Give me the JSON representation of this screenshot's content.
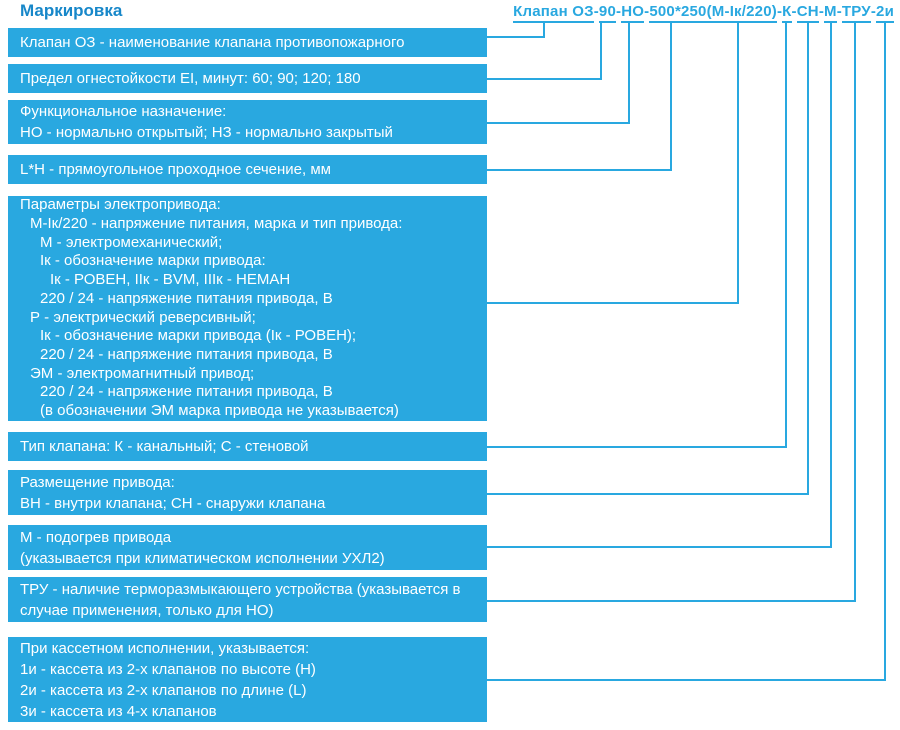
{
  "title": "Маркировка",
  "colors": {
    "box_fill": "#29A8E0",
    "line": "#29A8E0",
    "formula_text": "#29A8E0",
    "title_text": "#1787C9",
    "box_text": "#FFFFFF"
  },
  "formula": {
    "full": "Клапан ОЗ-90-НО-500*250(М-Iк/220)-К-СН-М-ТРУ-2и",
    "parts": [
      {
        "text": "Клапан ОЗ",
        "underline": true
      },
      {
        "text": "-",
        "underline": false
      },
      {
        "text": "90",
        "underline": true
      },
      {
        "text": "-",
        "underline": false
      },
      {
        "text": "НО",
        "underline": true
      },
      {
        "text": "-",
        "underline": false
      },
      {
        "text": "500*250(М-Iк/220)",
        "underline": true
      },
      {
        "text": "-",
        "underline": false
      },
      {
        "text": "К",
        "underline": true
      },
      {
        "text": "-",
        "underline": false
      },
      {
        "text": "СН",
        "underline": true
      },
      {
        "text": "-",
        "underline": false
      },
      {
        "text": "М",
        "underline": true
      },
      {
        "text": "-",
        "underline": false
      },
      {
        "text": "ТРУ",
        "underline": true
      },
      {
        "text": "-",
        "underline": false
      },
      {
        "text": "2и",
        "underline": true
      }
    ]
  },
  "boxes": [
    {
      "name": "box-valve-name",
      "lines": [
        {
          "text": "Клапан ОЗ - наименование клапана противопожарного",
          "indent": 0
        }
      ]
    },
    {
      "name": "box-fire-resistance-limit",
      "lines": [
        {
          "text": "Предел огнестойкости EI, минут: 60; 90; 120; 180",
          "indent": 0
        }
      ]
    },
    {
      "name": "box-functional-purpose",
      "lines": [
        {
          "text": "Функциональное назначение:",
          "indent": 0
        },
        {
          "text": "НО - нормально открытый; НЗ - нормально закрытый",
          "indent": 0
        }
      ]
    },
    {
      "name": "box-cross-section",
      "lines": [
        {
          "text": "L*H - прямоугольное проходное сечение, мм",
          "indent": 0
        }
      ]
    },
    {
      "name": "box-electric-drive-params",
      "lines": [
        {
          "text": "Параметры электропривода:",
          "indent": 0
        },
        {
          "text": "М-Iк/220 - напряжение питания, марка и тип привода:",
          "indent": 1
        },
        {
          "text": "М - электромеханический;",
          "indent": 2
        },
        {
          "text": "Iк - обозначение марки привода:",
          "indent": 2
        },
        {
          "text": "Iк - РОВЕН, IIк - BVM, IIIк - НЕМАН",
          "indent": 3
        },
        {
          "text": "220 / 24 - напряжение питания привода, В",
          "indent": 2
        },
        {
          "text": "Р - электрический реверсивный;",
          "indent": 1
        },
        {
          "text": "Iк - обозначение марки привода (Iк - РОВЕН);",
          "indent": 2
        },
        {
          "text": "220 / 24 - напряжение питания привода, В",
          "indent": 2
        },
        {
          "text": "ЭМ - электромагнитный привод;",
          "indent": 1
        },
        {
          "text": "220 / 24 - напряжение питания привода, В",
          "indent": 2
        },
        {
          "text": "(в обозначении ЭМ марка привода не указывается)",
          "indent": 2
        }
      ]
    },
    {
      "name": "box-valve-type",
      "lines": [
        {
          "text": "Тип клапана: К - канальный; С - стеновой",
          "indent": 0
        }
      ]
    },
    {
      "name": "box-drive-placement",
      "lines": [
        {
          "text": "Размещение привода:",
          "indent": 0
        },
        {
          "text": "ВН - внутри клапана; СН - снаружи клапана",
          "indent": 0
        }
      ]
    },
    {
      "name": "box-drive-heating",
      "lines": [
        {
          "text": "М - подогрев привода",
          "indent": 0
        },
        {
          "text": "(указывается при климатическом исполнении УХЛ2)",
          "indent": 0
        }
      ]
    },
    {
      "name": "box-thermal-release-device",
      "lines": [
        {
          "text": "ТРУ - наличие терморазмыкающего устройства (указывается в",
          "indent": 0
        },
        {
          "text": "случае применения, только для НО)",
          "indent": 0
        }
      ]
    },
    {
      "name": "box-cassette-version",
      "lines": [
        {
          "text": "При кассетном исполнении, указывается:",
          "indent": 0
        },
        {
          "text": "1и - кассета из 2-х клапанов по высоте (Н)",
          "indent": 0
        },
        {
          "text": "2и - кассета из 2-х клапанов по длине (L)",
          "indent": 0
        },
        {
          "text": "3и - кассета из 4-х клапанов",
          "indent": 0
        }
      ]
    }
  ]
}
